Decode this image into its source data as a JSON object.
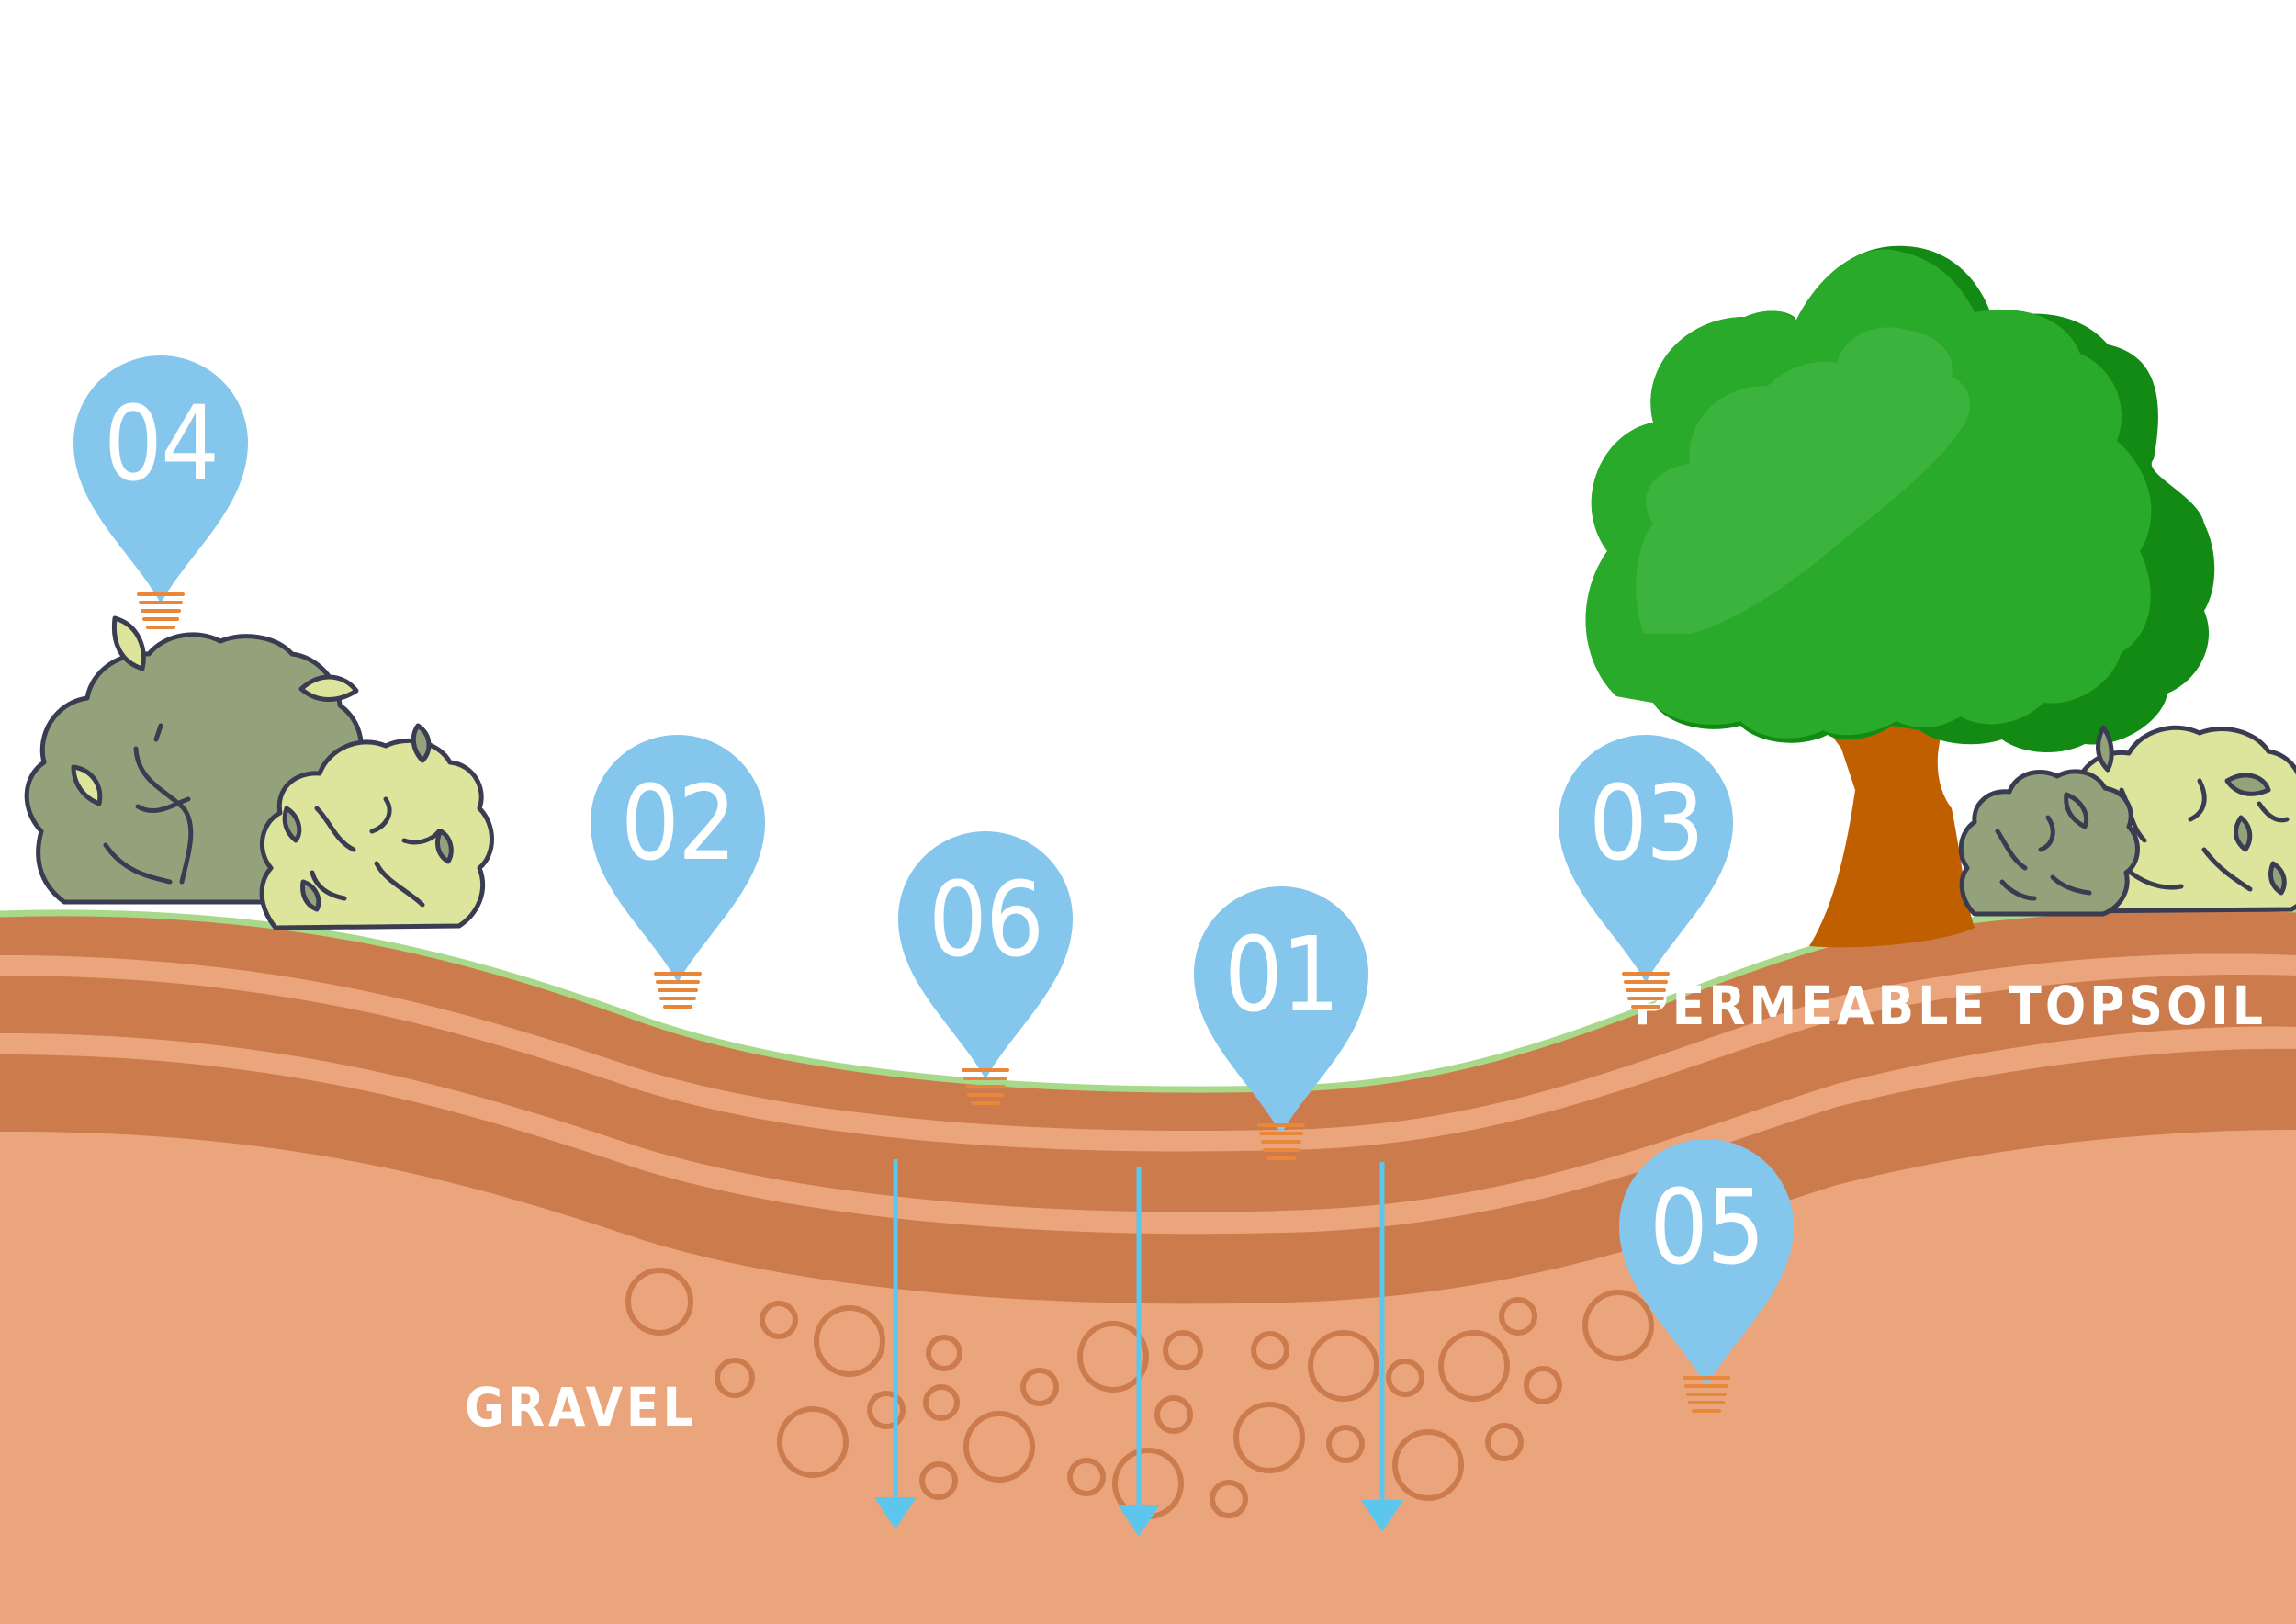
{
  "diagram": {
    "labels": {
      "permeable_topsoil": "PERMEABLE TOPSOIL",
      "gravel": "GRAVEL"
    },
    "markers": [
      "01",
      "02",
      "03",
      "04",
      "05",
      "06"
    ],
    "colors": {
      "sky": "#ffffff",
      "topsoil_dark": "#cc7b4d",
      "topsoil_light": "#eba57c",
      "subsoil": "#eba57c",
      "grass_edge": "#a8d88a",
      "pin": "#85c6ed",
      "pin_text": "#ffffff",
      "bulb": "#e8863a",
      "water_arrow": "#5cc6ec",
      "gravel_stroke": "#cc7b4d",
      "tree_crown": "#2aaa2a",
      "tree_crown_dark": "#138a13",
      "tree_trunk": "#c05f00",
      "bush_dark": "#94a27c",
      "bush_light": "#dde49c",
      "bush_outline": "#3a3d52"
    },
    "icons": [
      "tree-icon",
      "bush-icon",
      "map-pin-icon",
      "light-bulb-icon",
      "down-arrow-icon",
      "gravel-pebble-icon"
    ]
  }
}
